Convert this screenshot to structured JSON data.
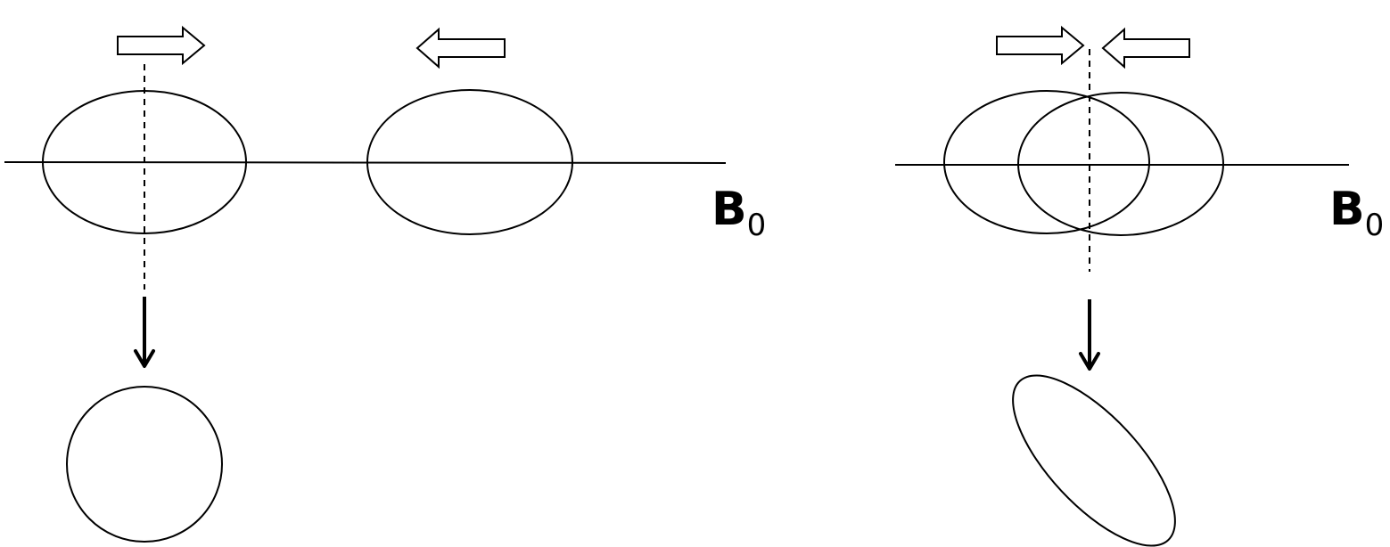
{
  "labels": {
    "field_left": {
      "main": "B",
      "sub": "0"
    },
    "field_right": {
      "main": "B",
      "sub": "0"
    }
  },
  "colors": {
    "stroke": "#000000",
    "background": "#ffffff"
  }
}
